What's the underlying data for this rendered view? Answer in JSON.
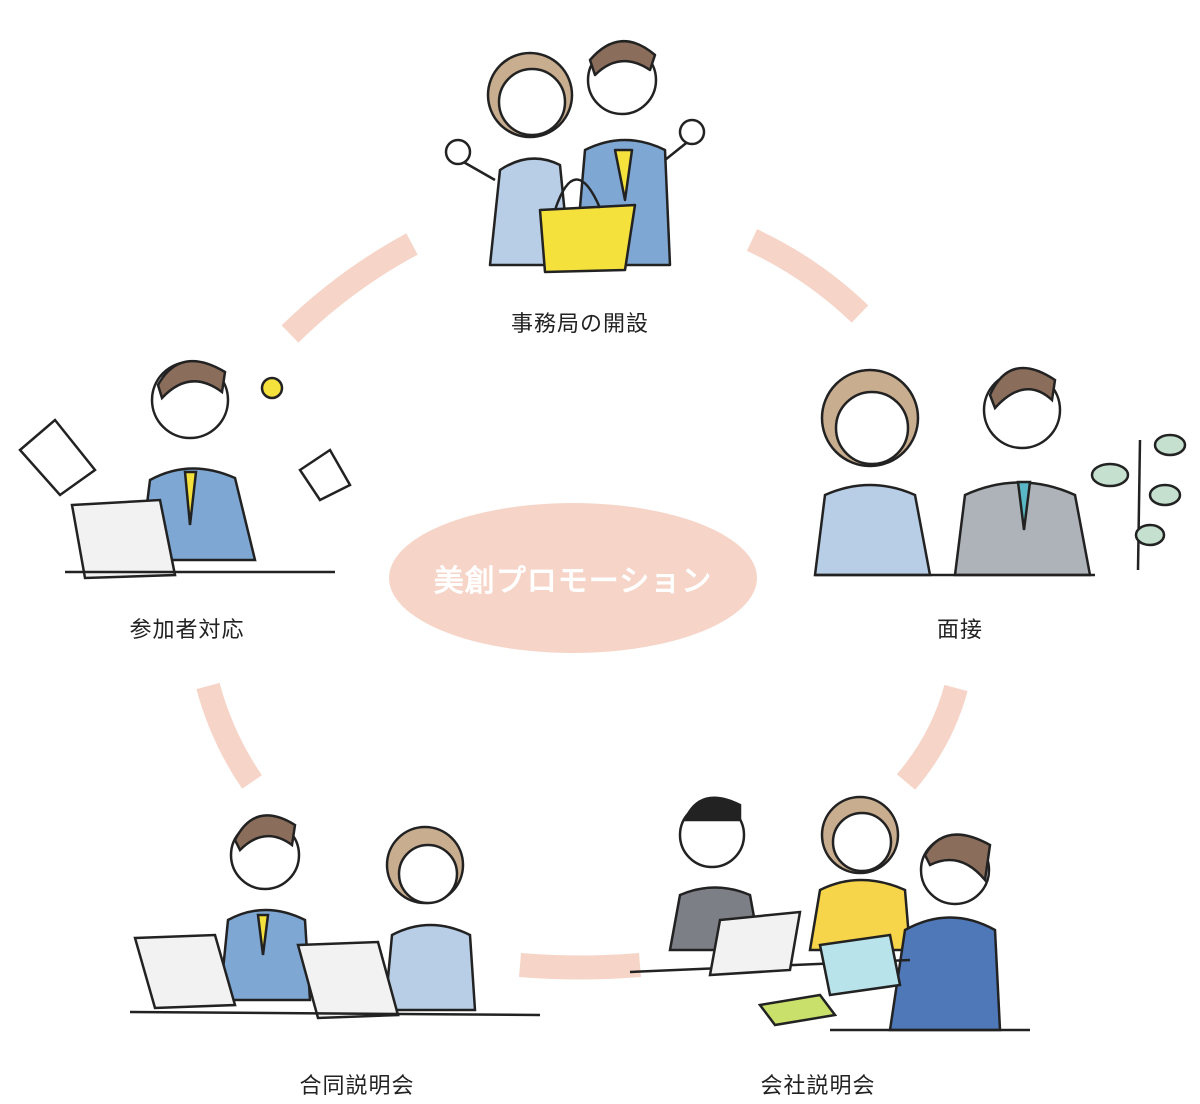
{
  "center": {
    "title": "美創プロモーション"
  },
  "steps": [
    {
      "label": "事務局の開設"
    },
    {
      "label": "面接"
    },
    {
      "label": "会社説明会"
    },
    {
      "label": "合同説明会"
    },
    {
      "label": "参加者対応"
    }
  ],
  "colors": {
    "accent": "#f6d5c8",
    "suit_blue": "#7ea7d3",
    "suit_gray": "#aeb3b9",
    "bag_yellow": "#f4e13c",
    "cardigan_yellow": "#f7d54a",
    "text": "#222222"
  }
}
